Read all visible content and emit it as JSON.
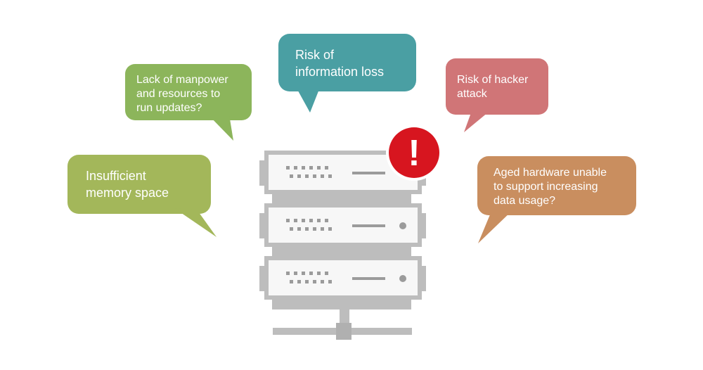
{
  "bubbles": {
    "memory": {
      "line1": "Insufficient",
      "line2": "memory space",
      "color": "#a3b75a"
    },
    "manpower": {
      "line1": "Lack of manpower",
      "line2": "and resources to",
      "line3": "run updates?",
      "color": "#8cb55b"
    },
    "info_loss": {
      "line1": "Risk of",
      "line2": "information loss",
      "color": "#4a9fa3"
    },
    "hacker": {
      "line1": "Risk of hacker",
      "line2": "attack",
      "color": "#d07577"
    },
    "hardware": {
      "line1": "Aged hardware unable",
      "line2": "to support increasing",
      "line3": "data usage?",
      "color": "#c98e5f"
    }
  },
  "server": {
    "units": 3,
    "alert_symbol": "!",
    "alert_color": "#d7151f",
    "frame_color": "#bdbdbd",
    "panel_color": "#f7f7f7",
    "detail_color": "#9b9b9b"
  }
}
